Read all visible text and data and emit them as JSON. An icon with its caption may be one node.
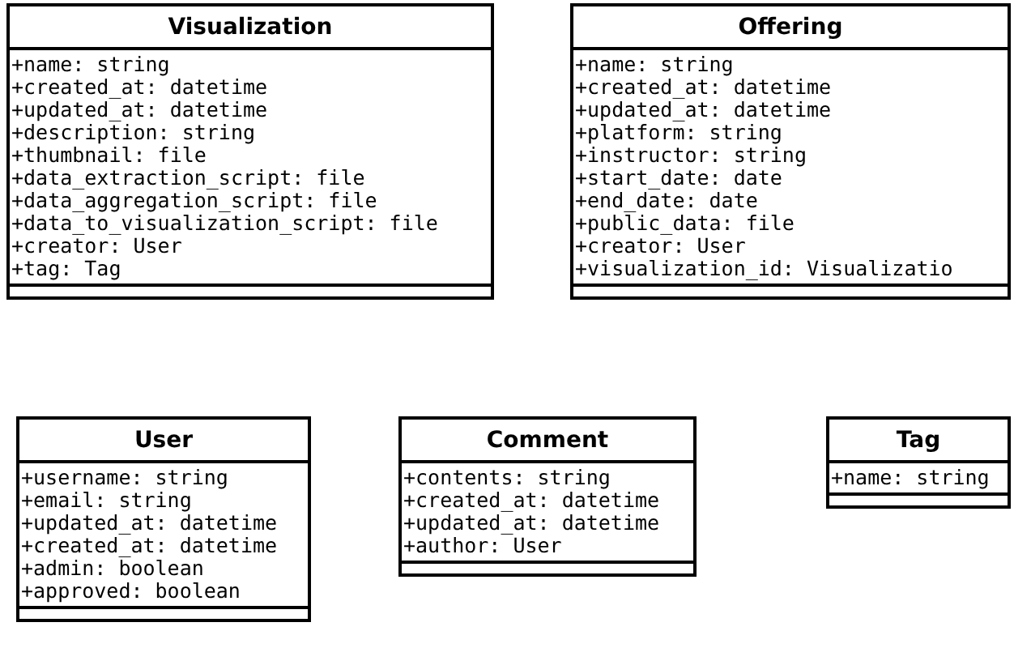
{
  "diagram": {
    "nodes": [
      {
        "text": [
          "Visualization",
          "+name: string",
          "+created_at: datetime",
          "+updated_at: datetime",
          "+description: string",
          "+thumbnail: file",
          "+data_extraction_script: file",
          "+data_aggregation_script: file",
          "+data_to_visualization_script: file",
          "+creator: User",
          "+tag: Tag"
        ]
      },
      {
        "text": [
          "Offering",
          "+name: string",
          "+created_at: datetime",
          "+updated_at: datetime",
          "+platform: string",
          "+instructor: string",
          "+start_date: date",
          "+end_date: date",
          "+public_data: file",
          "+creator: User",
          "+visualization_id: Visualizatio"
        ]
      },
      {
        "text": [
          "User",
          "+username: string",
          "+email: string",
          "+updated_at: datetime",
          "+created_at: datetime",
          "+admin: boolean",
          "+approved: boolean"
        ]
      },
      {
        "text": [
          "Comment",
          "+contents: string",
          "+created_at: datetime",
          "+updated_at: datetime",
          "+author: User"
        ]
      },
      {
        "text": [
          "Tag",
          "+name: string"
        ]
      }
    ]
  }
}
